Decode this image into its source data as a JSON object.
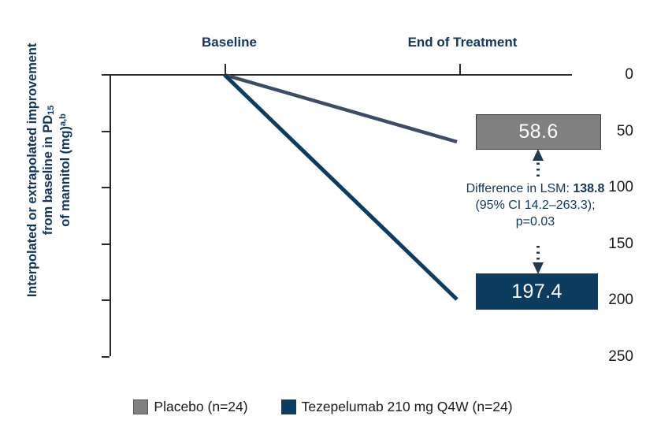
{
  "chart_data": {
    "type": "line",
    "title": "",
    "xlabel": "",
    "ylabel": "Interpolated or extrapolated improvement from baseline in PD15 of mannitol (mg)a,b",
    "x": [
      "Baseline",
      "End of Treatment"
    ],
    "ylim": [
      0,
      250
    ],
    "y_inverted": true,
    "grid": false,
    "y_ticks": [
      0,
      50,
      100,
      150,
      200,
      250
    ],
    "y_tick_labels": [
      "0",
      "50",
      "100",
      "150",
      "200",
      "250"
    ],
    "legend_position": "bottom",
    "series": [
      {
        "name": "Placebo (n=24)",
        "values": [
          0,
          58.6
        ],
        "endpoint_label": "58.6",
        "color": "#3d4d66",
        "box_color": "#808080"
      },
      {
        "name": "Tezepelumab 210 mg Q4W (n=24)",
        "values": [
          0,
          197.4
        ],
        "endpoint_label": "197.4",
        "color": "#0d3c61",
        "box_color": "#0d3c61"
      }
    ],
    "annotations": [
      {
        "line1_prefix": "Difference in LSM: ",
        "line1_value": "138.8",
        "line2": "(95% CI 14.2–263.3);",
        "line3": "p=0.03"
      }
    ]
  },
  "axis": {
    "y_title": {
      "part1": "Interpolated or extrapolated improvement",
      "part2_pre": "from baseline in PD",
      "part2_sub": "15",
      "part3_pre": "of mannitol (mg)",
      "part3_sup": "a,b"
    },
    "y_ticks": [
      {
        "label": "0",
        "value": 0
      },
      {
        "label": "50",
        "value": 50
      },
      {
        "label": "100",
        "value": 100
      },
      {
        "label": "150",
        "value": 150
      },
      {
        "label": "200",
        "value": 200
      },
      {
        "label": "250",
        "value": 250
      }
    ],
    "x_labels": [
      {
        "label": "Baseline"
      },
      {
        "label": "End of Treatment"
      }
    ]
  },
  "boxes": {
    "placebo_value": "58.6",
    "tezepelumab_value": "197.4"
  },
  "annotation": {
    "lsm_prefix": "Difference in LSM: ",
    "lsm_value": "138.8",
    "ci": "(95% CI 14.2–263.3);",
    "pvalue": "p=0.03"
  },
  "legend": {
    "items": [
      {
        "label": "Placebo (n=24)",
        "color": "#808080"
      },
      {
        "label": "Tezepelumab 210 mg Q4W (n=24)",
        "color": "#0d3c61"
      }
    ]
  },
  "colors": {
    "navy_text": "#12355f",
    "navy_fill": "#0d3c61",
    "gray_fill": "#808080",
    "placebo_line": "#3d4d66",
    "axis": "#2b2b2b"
  }
}
